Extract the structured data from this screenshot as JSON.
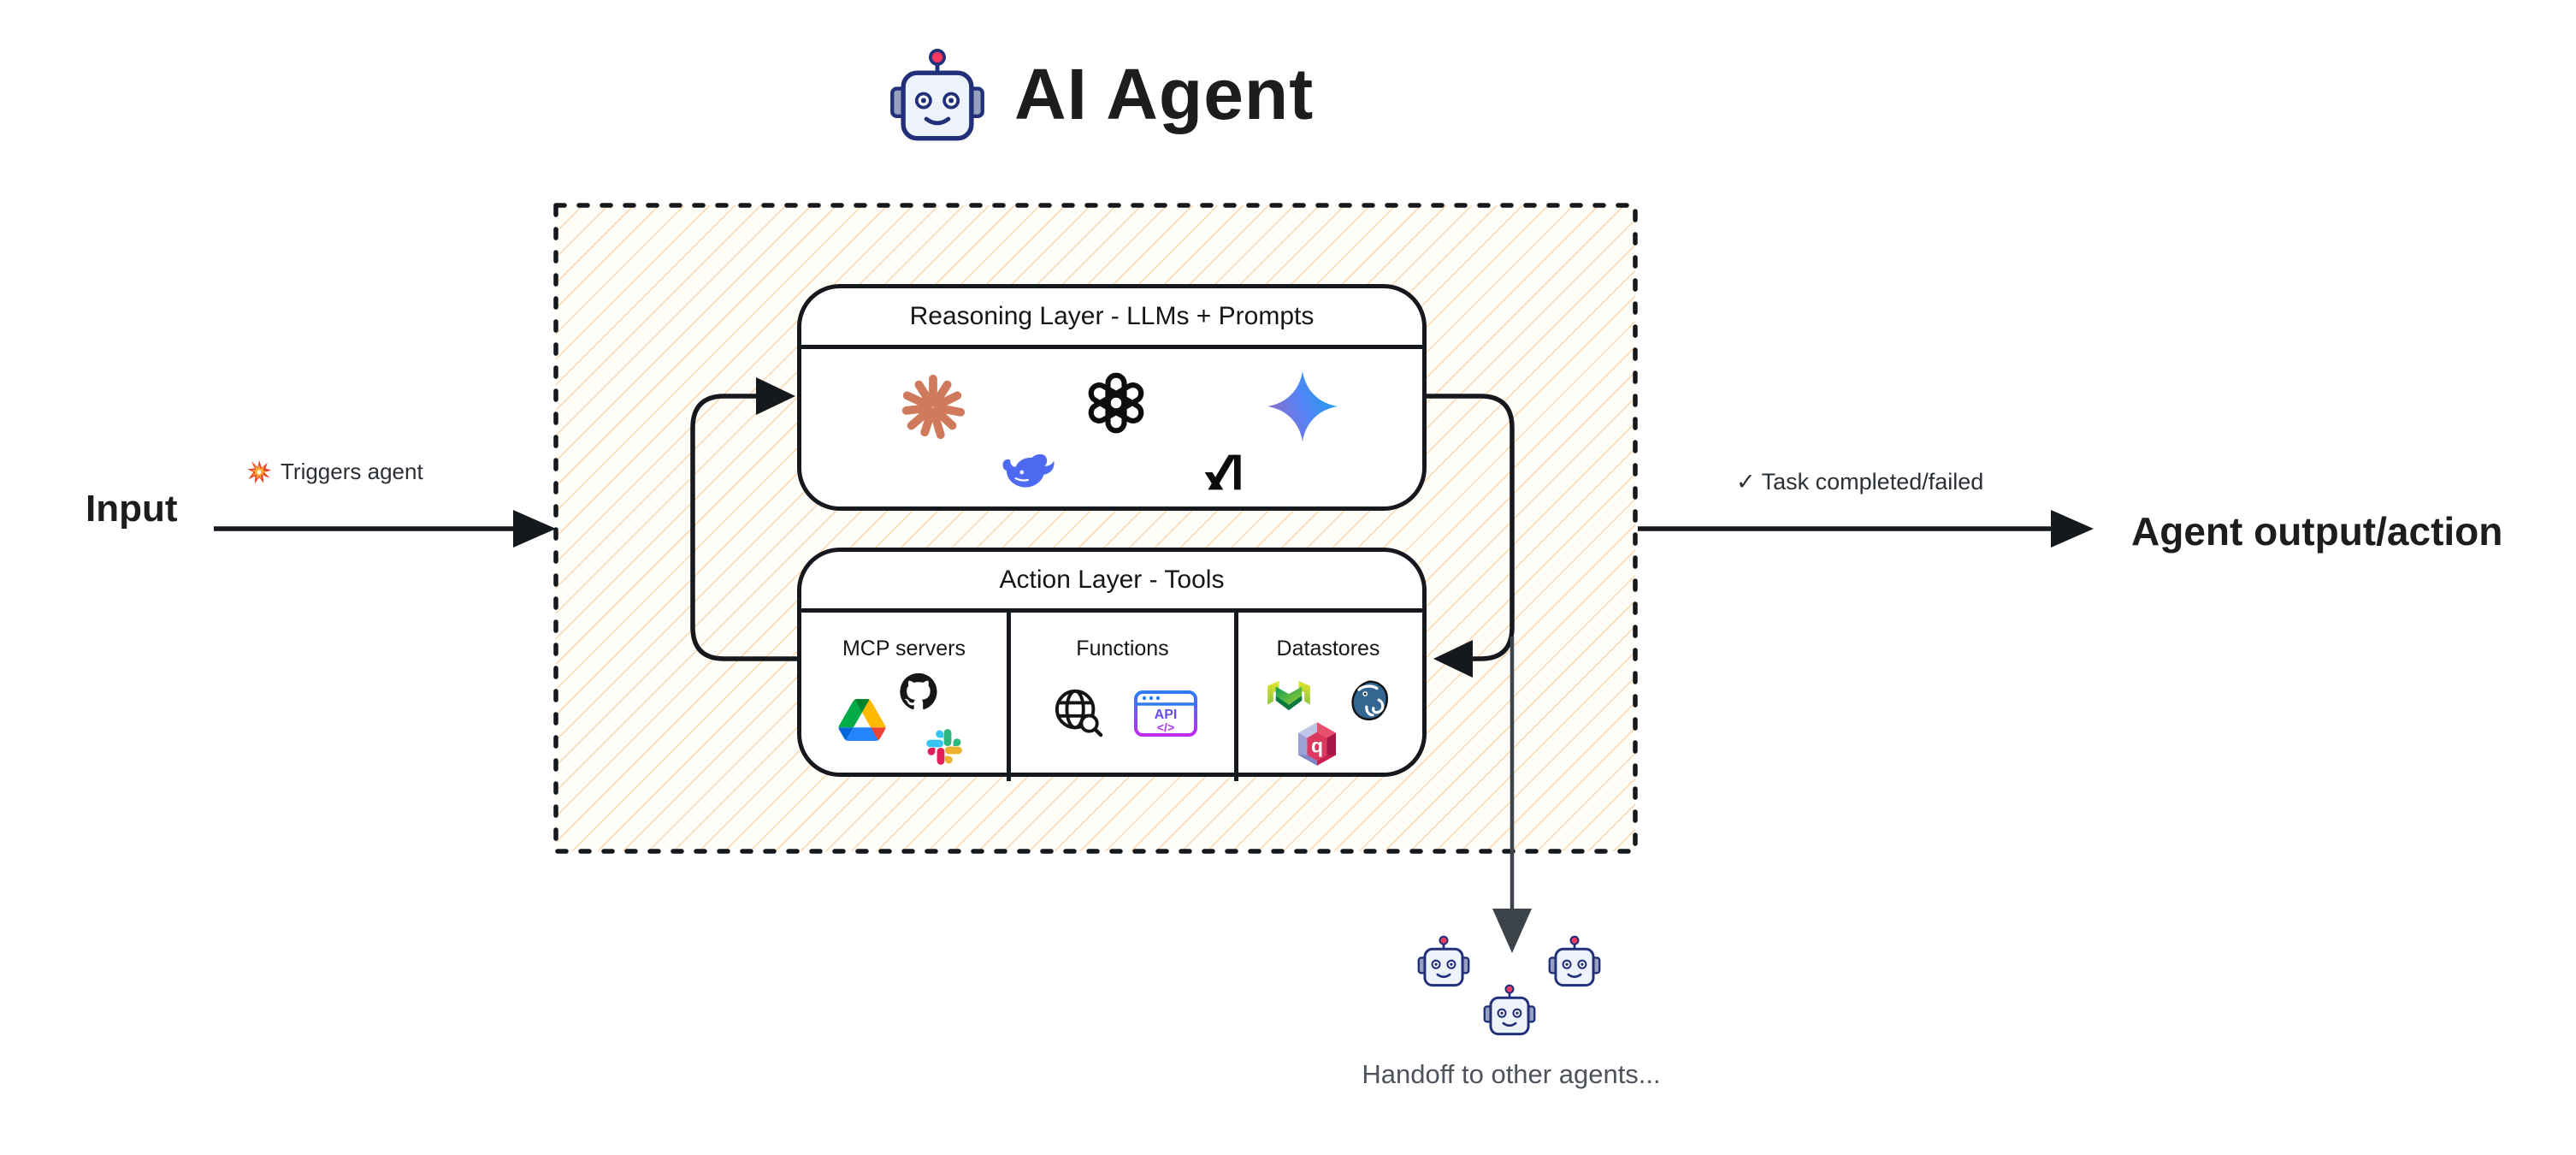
{
  "title": {
    "text": "AI Agent",
    "icon": "robot-icon"
  },
  "flow": {
    "input_label": "Input",
    "trigger_icon": "collision-icon",
    "trigger_label": "Triggers agent",
    "output_status": "✓ Task completed/failed",
    "output_label": "Agent output/action",
    "handoff_label": "Handoff to other agents..."
  },
  "agent_box": {
    "reasoning_layer": {
      "title": "Reasoning Layer - LLMs + Prompts",
      "logos": [
        "anthropic-icon",
        "openai-icon",
        "gemini-icon",
        "deepseek-icon",
        "xai-icon"
      ]
    },
    "action_layer": {
      "title": "Action Layer - Tools",
      "columns": [
        {
          "label": "MCP servers",
          "logos": [
            "google-drive-icon",
            "github-icon",
            "slack-icon"
          ]
        },
        {
          "label": "Functions",
          "logos": [
            "web-search-icon",
            "api-icon"
          ]
        },
        {
          "label": "Datastores",
          "logos": [
            "weaviate-icon",
            "postgresql-icon",
            "qdrant-icon"
          ]
        }
      ]
    }
  },
  "icons": {
    "api_label": "API",
    "api_code": "</>",
    "qdrant_letter": "q"
  },
  "colors": {
    "arrow": "#15181c",
    "handoff_arrow": "#3d434b",
    "hatch_line": "#f6bd7f",
    "hatch_bg": "#fffdf8",
    "anthropic": "#cf7a5c",
    "deepseek": "#4e6af1",
    "gemini_gradient": [
      "#9168C0",
      "#5684F7",
      "#18A0E8"
    ],
    "api_gradient": [
      "#2f7bf6",
      "#bf2cf0"
    ],
    "robot_navy": "#22307a",
    "robot_antenna": "#f5395f"
  }
}
